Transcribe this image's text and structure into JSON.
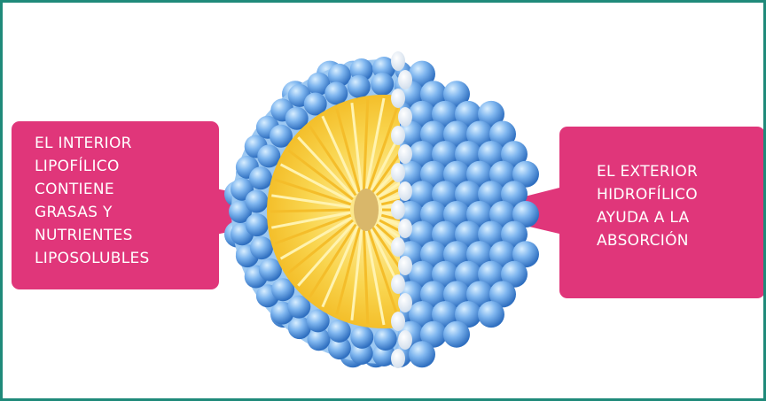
{
  "colors": {
    "frame_border": "#1f8a7a",
    "callout_fill": "#e0367a",
    "sphere_blue": "#4a8fd8",
    "sphere_light": "#a9d6fb",
    "core_yellow": "#f7c431",
    "core_light": "#fff2a8",
    "center_dot": "#d9b76a",
    "head_white": "#f6f8fb"
  },
  "labels": {
    "left": [
      "EL INTERIOR",
      "LIPOFÍLICO",
      "CONTIENE",
      "GRASAS Y",
      "NUTRIENTES",
      "LIPOSOLUBLES"
    ],
    "right": [
      "EL EXTERIOR",
      "HIDROFÍLICO",
      "AYUDA A LA",
      "ABSORCIÓN"
    ]
  }
}
